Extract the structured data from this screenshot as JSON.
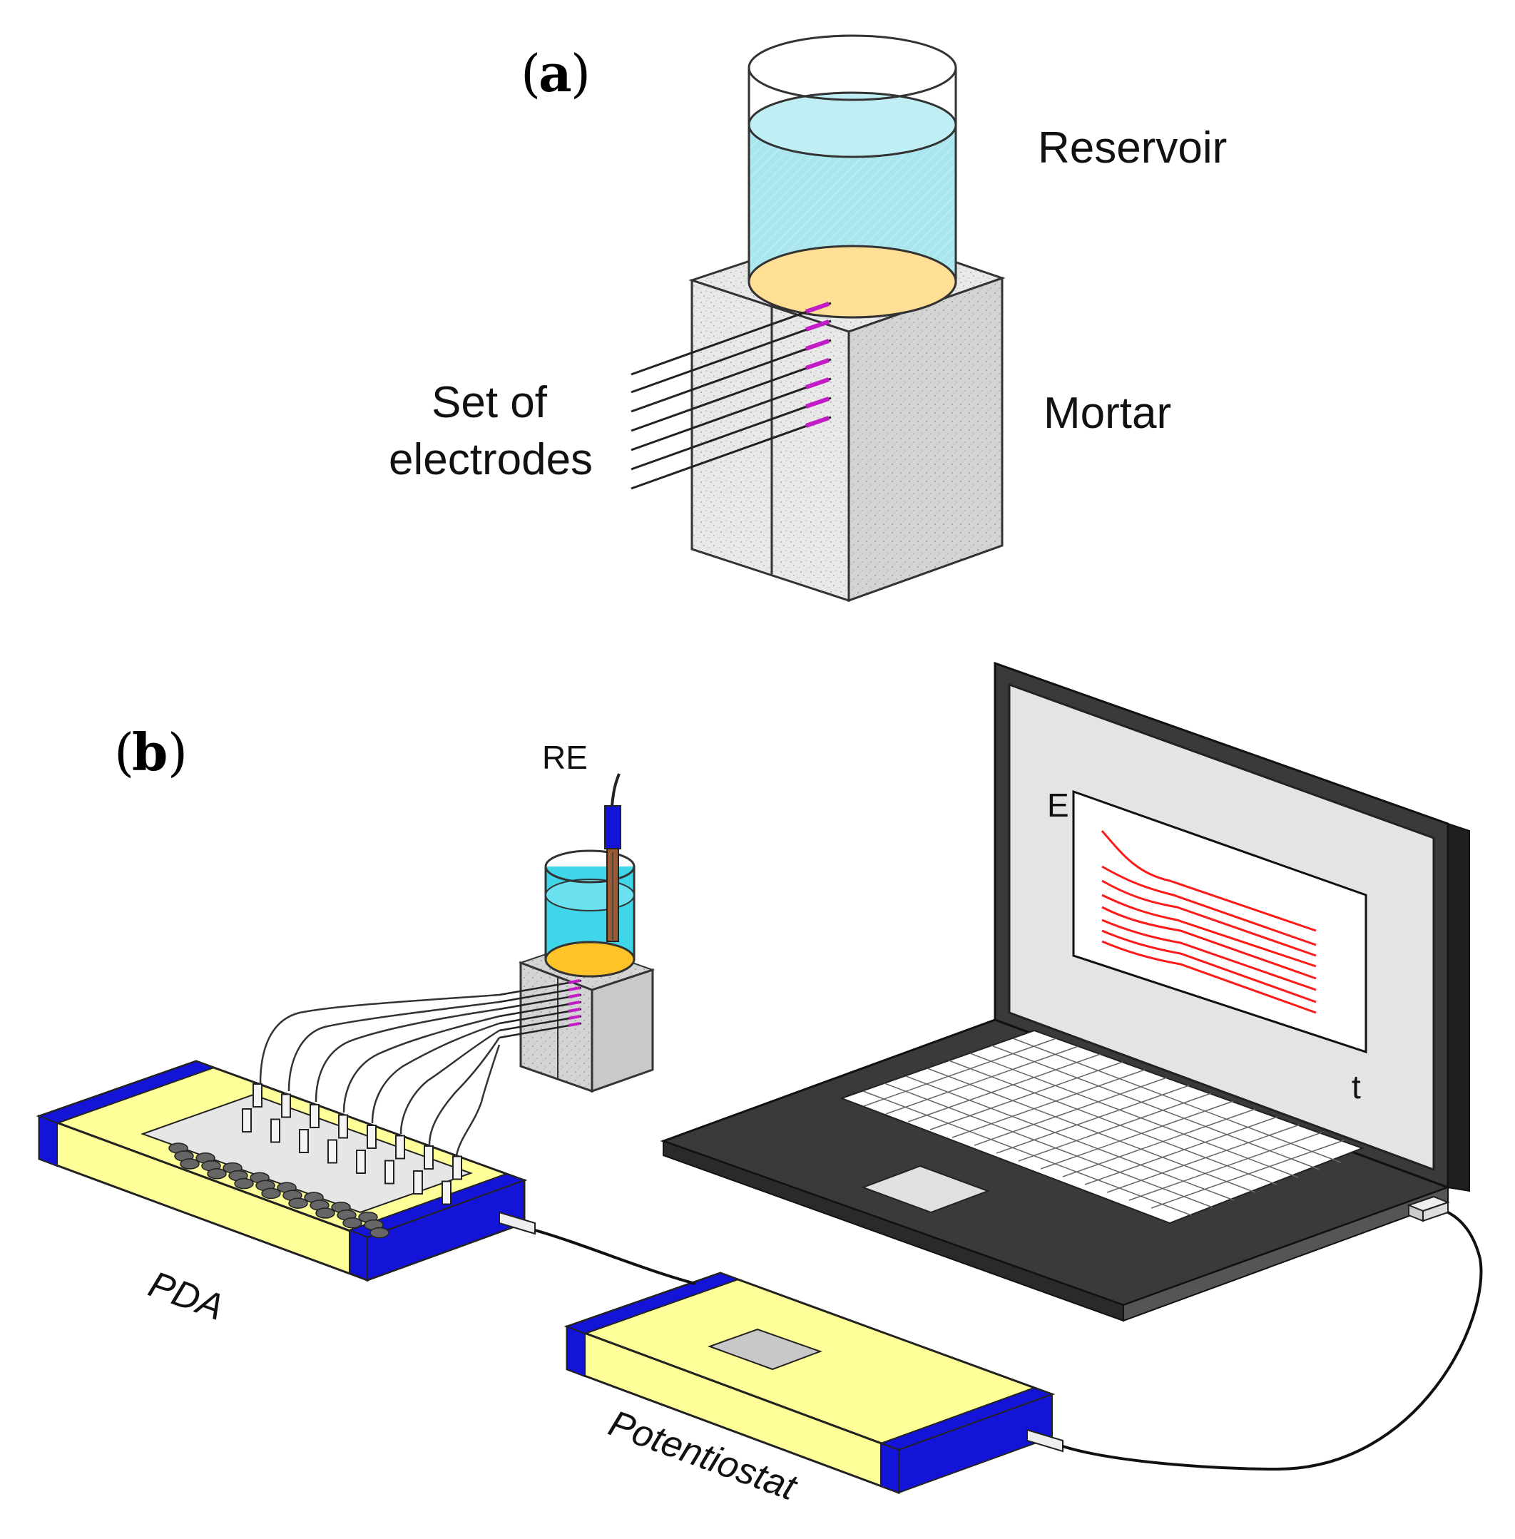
{
  "panels": {
    "a": {
      "label": "a"
    },
    "b": {
      "label": "b"
    }
  },
  "panel_a_labels": {
    "reservoir": "Reservoir",
    "mortar": "Mortar",
    "electrodes_line1": "Set of",
    "electrodes_line2": "electrodes"
  },
  "panel_b_labels": {
    "reference_electrode": "RE",
    "pda": "PDA",
    "potentiostat": "Potentiostat",
    "screen_y_axis": "E",
    "screen_x_axis": "t"
  },
  "colors": {
    "water": "#a9e6ee",
    "water_bright": "#3fd6ea",
    "sample_surface": "#ffd97a",
    "mortar": "#e6e6e6",
    "electrode_tip": "#c21cc7",
    "device_body": "#ffff99",
    "device_cap": "#1414d9",
    "laptop_body": "#3a3a3a",
    "screen_bg": "#e4e4e4",
    "curve": "#ff1a1a"
  },
  "icons": {
    "reference_electrode": "electrode-probe-icon",
    "computer": "laptop-icon"
  }
}
